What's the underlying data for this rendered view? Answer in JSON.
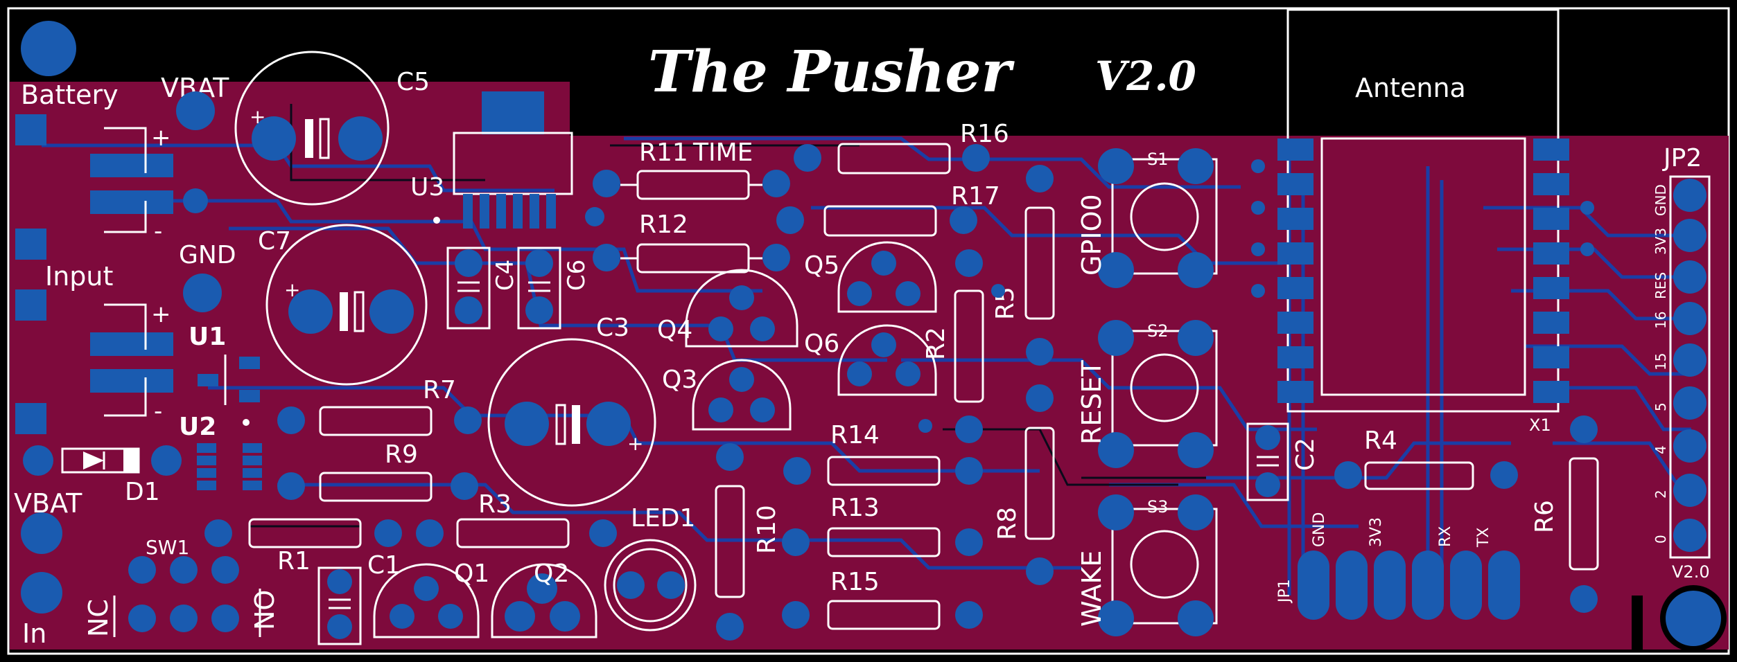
{
  "colors": {
    "background": "#000000",
    "board": "#7e0a3c",
    "copper": "#1a56a6",
    "trace": "#1640a8",
    "silkscreen": "#ffffff"
  },
  "board": {
    "title": "The Pusher",
    "version": "V2.0",
    "corner_version": "V2.0"
  },
  "labels": {
    "battery": "Battery",
    "vbat_top": "VBAT",
    "vbat_bottom": "VBAT",
    "input": "Input",
    "gnd": "GND",
    "in": "In",
    "sw1": "SW1",
    "nc": "NC",
    "no": "NO",
    "antenna": "Antenna",
    "plus": "+",
    "minus": "-",
    "time": "TIME",
    "gpio0": "GPIO0",
    "reset": "RESET",
    "wake": "WAKE",
    "x1": "X1"
  },
  "components": {
    "C5": "C5",
    "C7": "C7",
    "C4": "C4",
    "C6": "C6",
    "C3": "C3",
    "C1": "C1",
    "C2": "C2",
    "U1": "U1",
    "U2": "U2",
    "U3": "U3",
    "D1": "D1",
    "R1": "R1",
    "R2": "R2",
    "R3": "R3",
    "R4": "R4",
    "R5": "R5",
    "R6": "R6",
    "R7": "R7",
    "R8": "R8",
    "R9": "R9",
    "R10": "R10",
    "R11": "R11",
    "R12": "R12",
    "R13": "R13",
    "R14": "R14",
    "R15": "R15",
    "R16": "R16",
    "R17": "R17",
    "Q1": "Q1",
    "Q2": "Q2",
    "Q3": "Q3",
    "Q4": "Q4",
    "Q5": "Q5",
    "Q6": "Q6",
    "LED1": "LED1",
    "S1": "S1",
    "S2": "S2",
    "S3": "S3",
    "JP1": "JP1",
    "JP2": "JP2"
  },
  "jp1_pins": [
    "GND",
    "3V3",
    "RX",
    "TX"
  ],
  "jp2_pins": [
    "GND",
    "3V3",
    "RES",
    "16",
    "15",
    "5",
    "4",
    "2",
    "0"
  ]
}
